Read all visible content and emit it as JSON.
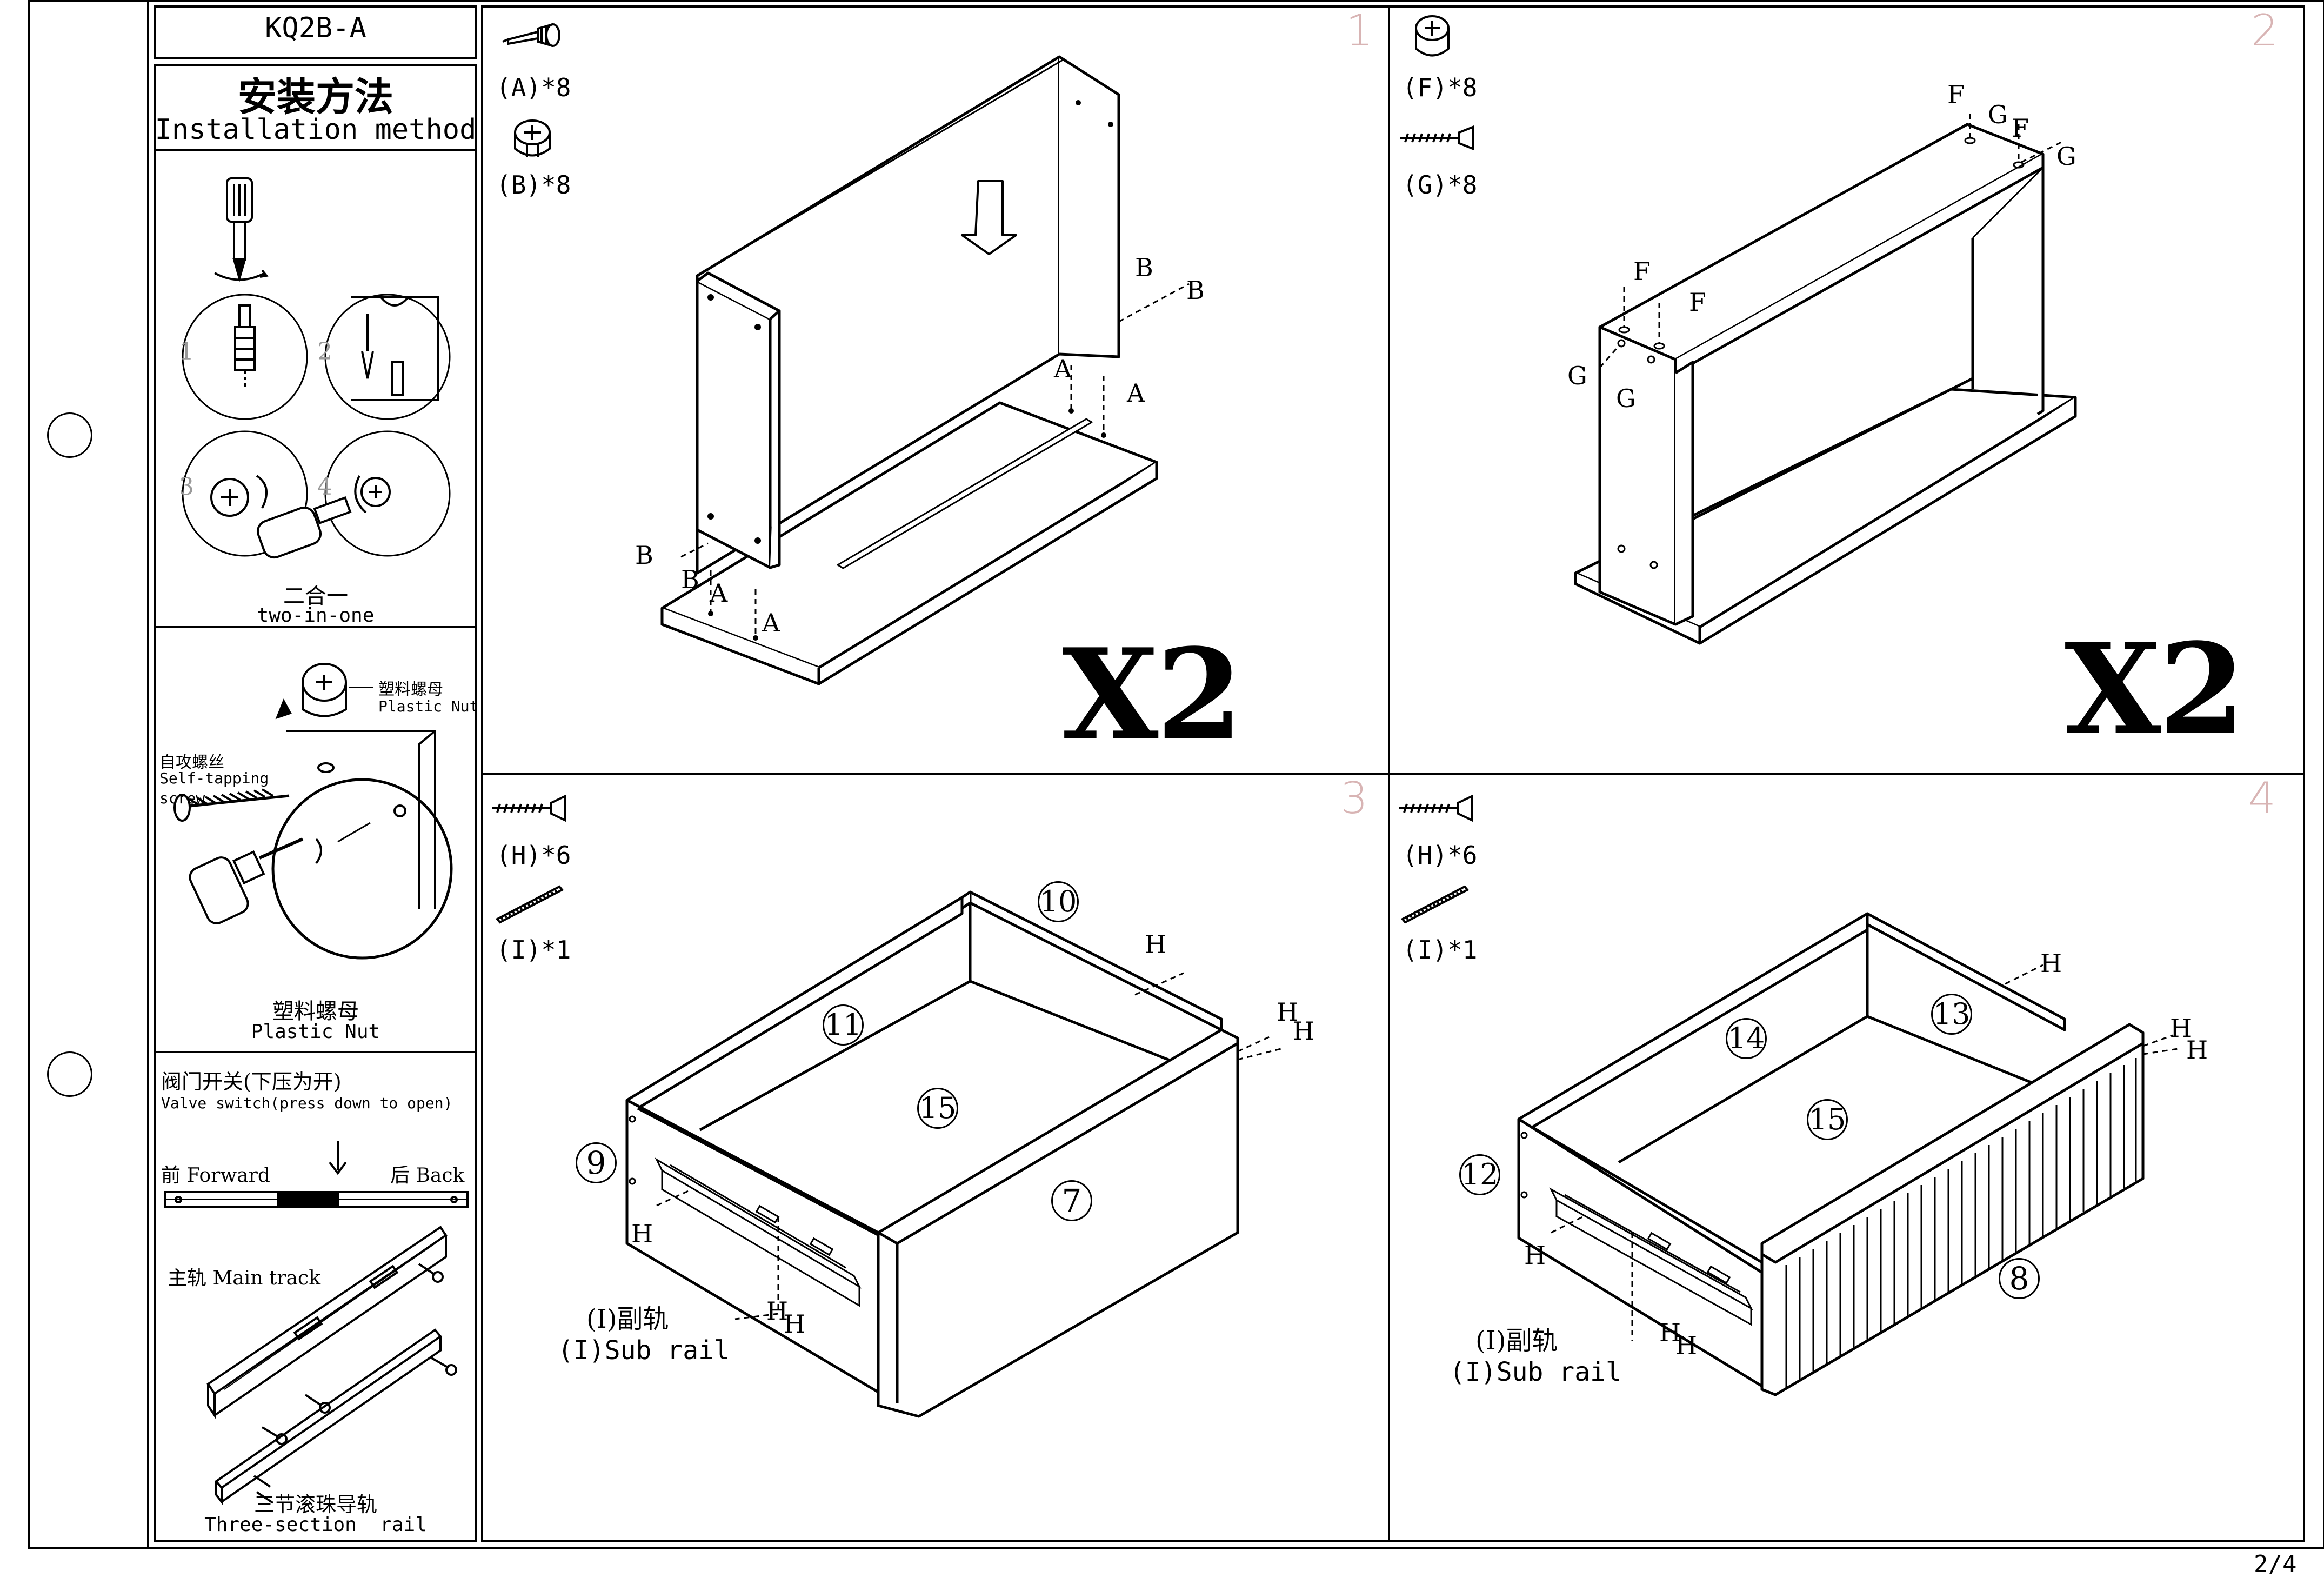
{
  "header": {
    "model": "KQ2B-A"
  },
  "page_number": "2/4",
  "sidebar": {
    "title_cn": "安装方法",
    "title_en": "Installation method",
    "section1": {
      "steps": [
        "1",
        "2",
        "3",
        "4"
      ],
      "caption_cn": "二合一",
      "caption_en": "two-in-one"
    },
    "section2": {
      "nut_cn": "塑料螺母",
      "nut_en": "Plastic Nut",
      "screw_cn": "自攻螺丝",
      "screw_en_1": "Self-tapping",
      "screw_en_2": "screw",
      "caption_cn": "塑料螺母",
      "caption_en": "Plastic Nut"
    },
    "section3": {
      "valve_cn": "阀门开关(下压为开)",
      "valve_en": "Valve switch(press down to open)",
      "forward": "前 Forward",
      "back": "后 Back",
      "main_track": "主轨 Main track",
      "caption_cn": "三节滚珠导轨",
      "caption_en": "Three-section  rail"
    }
  },
  "steps": [
    {
      "number": "1",
      "parts": [
        {
          "label": "(A)*8",
          "icon": "cam-bolt-icon"
        },
        {
          "label": "(B)*8",
          "icon": "cam-nut-icon"
        }
      ],
      "multiplier": "X2",
      "callouts": [
        "B",
        "B",
        "A",
        "A",
        "B",
        "B",
        "A",
        "A"
      ]
    },
    {
      "number": "2",
      "parts": [
        {
          "label": "(F)*8",
          "icon": "plastic-nut-icon"
        },
        {
          "label": "(G)*8",
          "icon": "screw-icon"
        }
      ],
      "multiplier": "X2",
      "callouts": [
        "F",
        "G",
        "F",
        "G",
        "F",
        "F",
        "G",
        "G"
      ]
    },
    {
      "number": "3",
      "parts": [
        {
          "label": "(H)*6",
          "icon": "screw-icon"
        },
        {
          "label": "(I)*1",
          "icon": "rail-icon"
        }
      ],
      "panels": [
        "10",
        "11",
        "15",
        "7",
        "9"
      ],
      "callouts": [
        "H",
        "H",
        "H",
        "H",
        "H",
        "H"
      ],
      "rail_cn": "(I)副轨",
      "rail_en": "(I)Sub rail"
    },
    {
      "number": "4",
      "parts": [
        {
          "label": "(H)*6",
          "icon": "screw-icon"
        },
        {
          "label": "(I)*1",
          "icon": "rail-icon"
        }
      ],
      "panels": [
        "13",
        "14",
        "15",
        "12",
        "8"
      ],
      "callouts": [
        "H",
        "H",
        "H",
        "H",
        "H",
        "H"
      ],
      "rail_cn": "(I)副轨",
      "rail_en": "(I)Sub rail"
    }
  ]
}
